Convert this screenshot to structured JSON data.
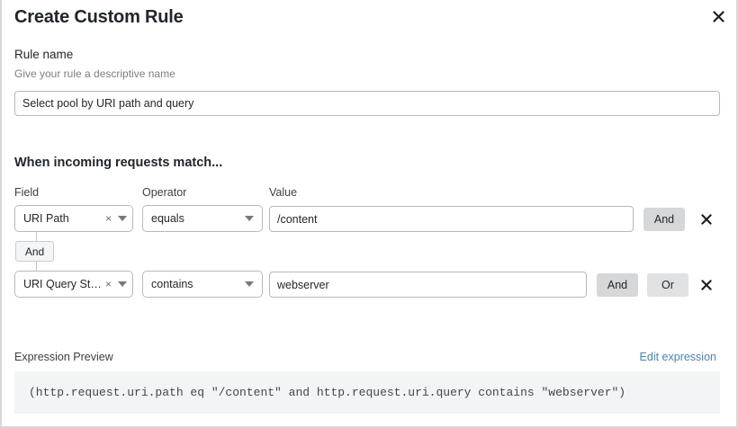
{
  "dialog": {
    "title": "Create Custom Rule",
    "close_label": "close-icon"
  },
  "rule_name": {
    "label": "Rule name",
    "help": "Give your rule a descriptive name",
    "value": "Select pool by URI path and query",
    "placeholder": ""
  },
  "match": {
    "heading": "When incoming requests match...",
    "columns": {
      "field": "Field",
      "operator": "Operator",
      "value": "Value"
    },
    "connector": {
      "label": "And"
    },
    "rows": [
      {
        "field": "URI Path",
        "field_clear": "×",
        "operator": "equals",
        "value": "/content",
        "logic_buttons": [
          "And"
        ],
        "remove_label": "remove-icon"
      },
      {
        "field": "URI Query St…",
        "field_clear": "×",
        "operator": "contains",
        "value": "webserver",
        "logic_buttons": [
          "And",
          "Or"
        ],
        "remove_label": "remove-icon"
      }
    ]
  },
  "preview": {
    "label": "Expression Preview",
    "edit_link": "Edit expression",
    "expression": "(http.request.uri.path eq \"/content\" and http.request.uri.query contains \"webserver\")"
  },
  "colors": {
    "link": "#4d84ab",
    "button_bg": "#d5d7d9",
    "code_bg": "#f3f4f5",
    "border": "#b6babd"
  }
}
